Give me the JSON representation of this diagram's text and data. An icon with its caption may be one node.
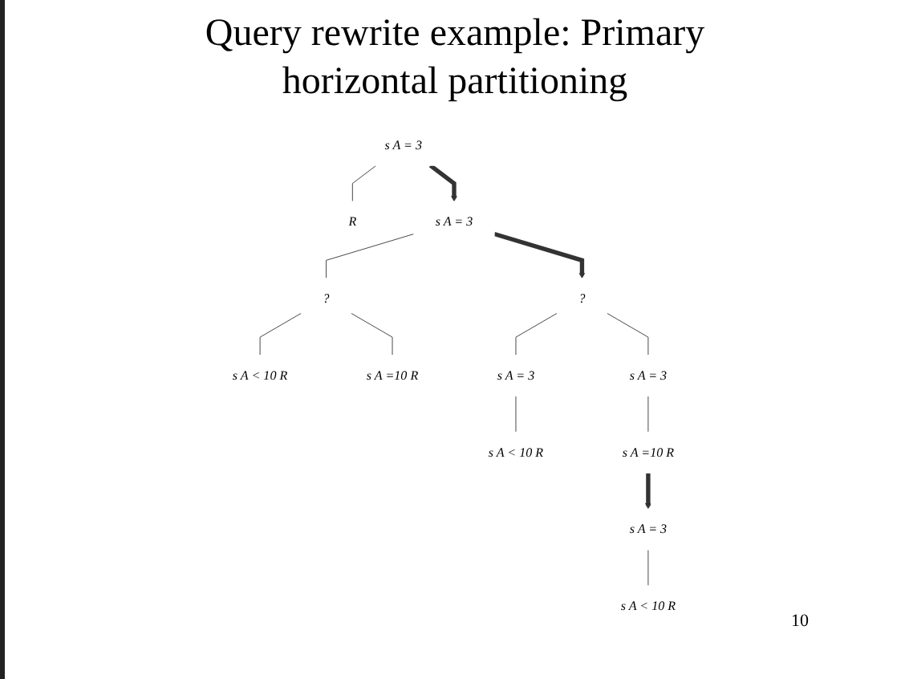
{
  "diagram": {
    "title": "Query rewrite example: Primary horizontal partitioning",
    "nodes": [
      {
        "text": [
          "s A = 3"
        ]
      },
      {
        "text": [
          "R"
        ]
      },
      {
        "text": [
          "s A = 3"
        ]
      },
      {
        "text": [
          "?"
        ]
      },
      {
        "text": [
          "s A < 10 R"
        ]
      },
      {
        "text": [
          "s A =10 R"
        ]
      },
      {
        "text": [
          "?"
        ]
      },
      {
        "text": [
          "s A = 3"
        ]
      },
      {
        "text": [
          "s A < 10 R"
        ]
      },
      {
        "text": [
          "s A = 3"
        ]
      },
      {
        "text": [
          "s A =10 R"
        ]
      },
      {
        "text": [
          "s A = 3"
        ]
      },
      {
        "text": [
          "s A < 10 R"
        ]
      }
    ],
    "edges": [
      {
        "from": 0,
        "to": 1,
        "arrow": "none"
      },
      {
        "from": 0,
        "to": 2,
        "arrow": "to",
        "style": "thick"
      },
      {
        "from": 2,
        "to": 3,
        "arrow": "none"
      },
      {
        "from": 3,
        "to": 4,
        "arrow": "none"
      },
      {
        "from": 3,
        "to": 5,
        "arrow": "none"
      },
      {
        "from": 2,
        "to": 6,
        "arrow": "to",
        "style": "thick"
      },
      {
        "from": 6,
        "to": 7,
        "arrow": "none"
      },
      {
        "from": 7,
        "to": 8,
        "arrow": "none"
      },
      {
        "from": 6,
        "to": 9,
        "arrow": "none"
      },
      {
        "from": 9,
        "to": 10,
        "arrow": "none"
      },
      {
        "from": 10,
        "to": 11,
        "arrow": "to",
        "style": "thick"
      },
      {
        "from": 11,
        "to": 12,
        "arrow": "none"
      }
    ],
    "labels": [
      "10"
    ]
  }
}
